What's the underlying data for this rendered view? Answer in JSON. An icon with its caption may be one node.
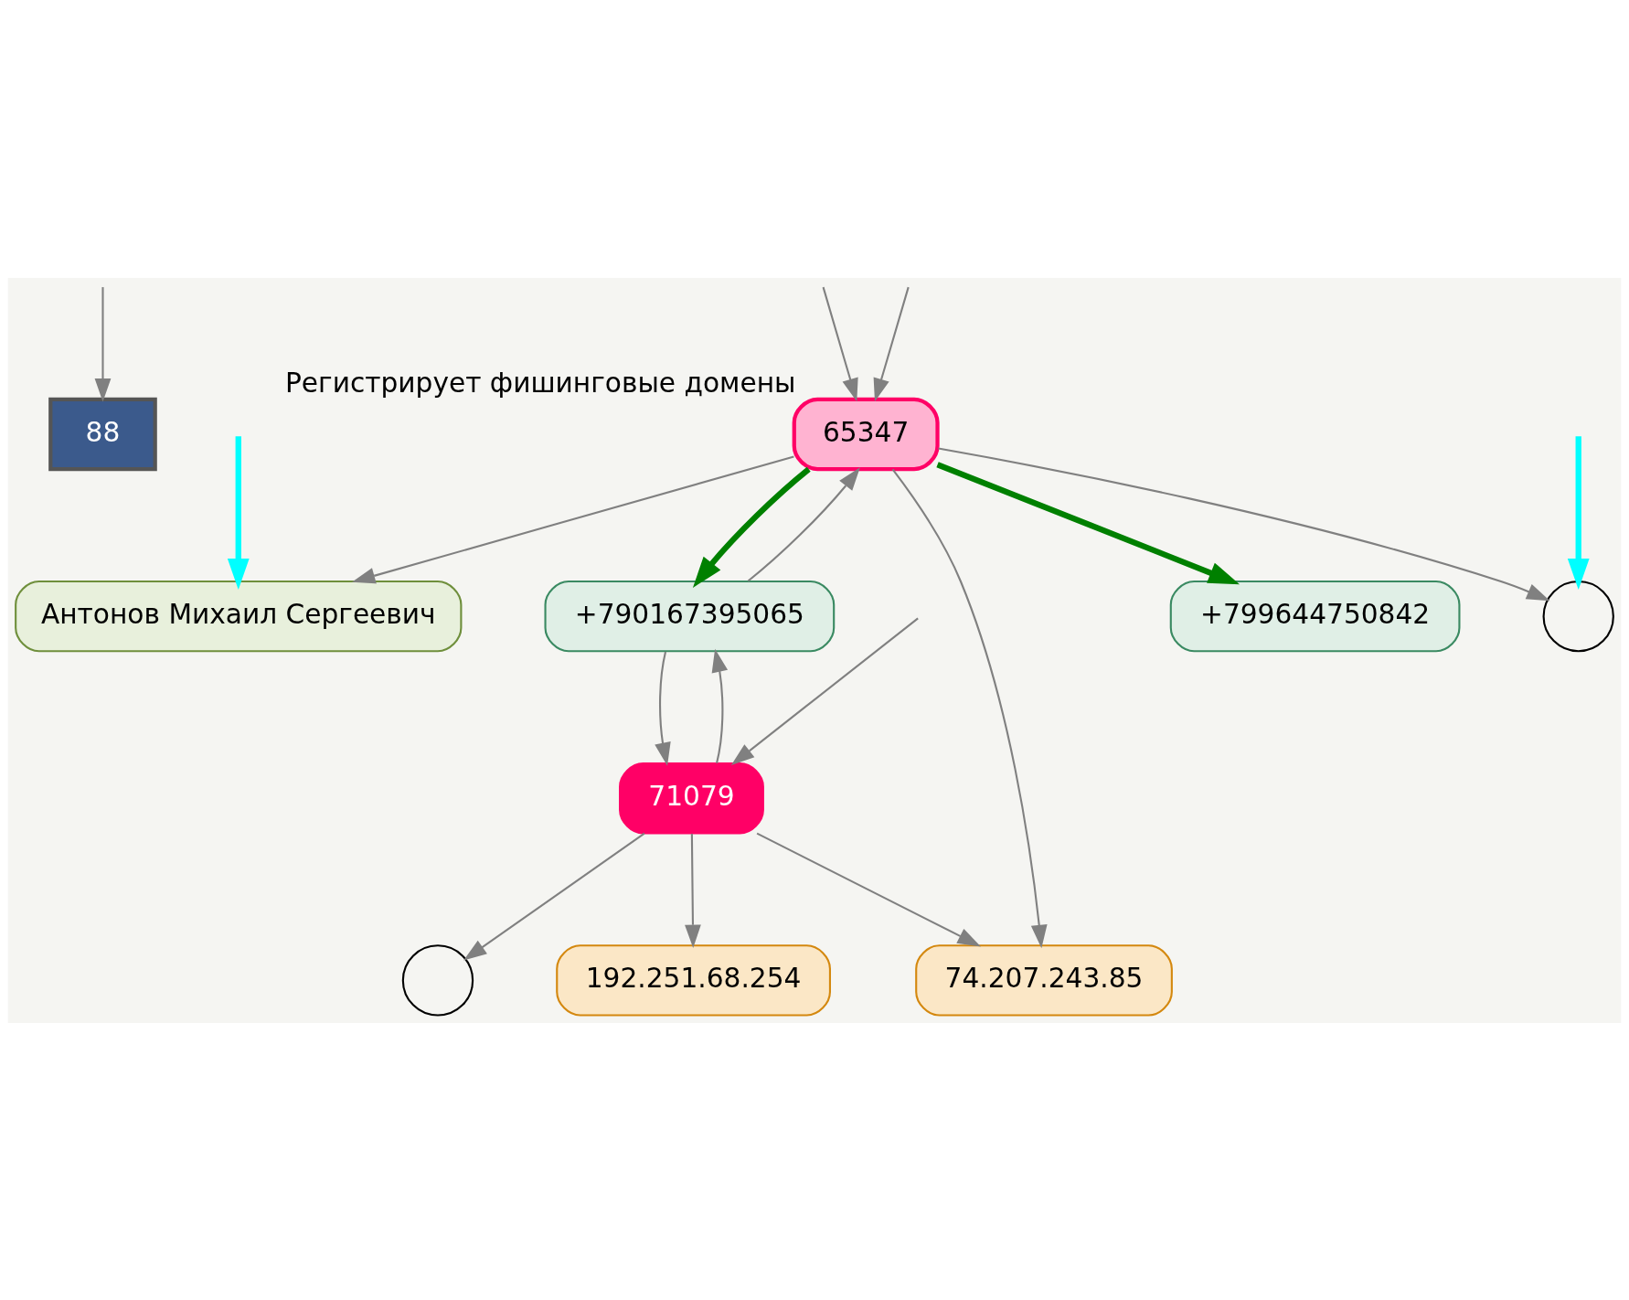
{
  "diagram": {
    "nodes": [
      {
        "text": [
          "88"
        ]
      },
      {
        "text": [
          "65347"
        ],
        "beside": [
          "Регистрирует фишинговые домены"
        ]
      },
      {
        "text": [
          "Антонов Михаил Сергеевич"
        ]
      },
      {
        "text": [
          "+790167395065"
        ]
      },
      {
        "text": [
          "+799644750842"
        ]
      },
      {
        "text": [],
        "shape": "circle"
      },
      {
        "text": [
          "71079"
        ]
      },
      {
        "text": [],
        "shape": "circle"
      },
      {
        "text": [
          "192.251.68.254"
        ]
      },
      {
        "text": [
          "74.207.243.85"
        ]
      }
    ],
    "edges": [
      {
        "from": null,
        "to": 0,
        "arrow": "to"
      },
      {
        "from": null,
        "to": 2,
        "arrow": "to",
        "style": "thick",
        "color": "#00ffff"
      },
      {
        "from": null,
        "to": 1,
        "arrow": "to"
      },
      {
        "from": null,
        "to": 1,
        "arrow": "to"
      },
      {
        "from": null,
        "to": 5,
        "arrow": "to",
        "style": "thick",
        "color": "#00ffff"
      },
      {
        "from": null,
        "to": 6,
        "arrow": "to"
      },
      {
        "from": 1,
        "to": 2,
        "arrow": "to"
      },
      {
        "from": 1,
        "to": 3,
        "arrow": "to",
        "style": "thick",
        "color": "#008000"
      },
      {
        "from": 3,
        "to": 1,
        "arrow": "to"
      },
      {
        "from": 1,
        "to": 4,
        "arrow": "to",
        "style": "thick",
        "color": "#008000"
      },
      {
        "from": 1,
        "to": 9,
        "arrow": "to"
      },
      {
        "from": 1,
        "to": 5,
        "arrow": "to"
      },
      {
        "from": 3,
        "to": 6,
        "arrow": "to"
      },
      {
        "from": 6,
        "to": 3,
        "arrow": "to"
      },
      {
        "from": 6,
        "to": 7,
        "arrow": "to"
      },
      {
        "from": 6,
        "to": 8,
        "arrow": "to"
      },
      {
        "from": 6,
        "to": 9,
        "arrow": "to"
      }
    ]
  }
}
